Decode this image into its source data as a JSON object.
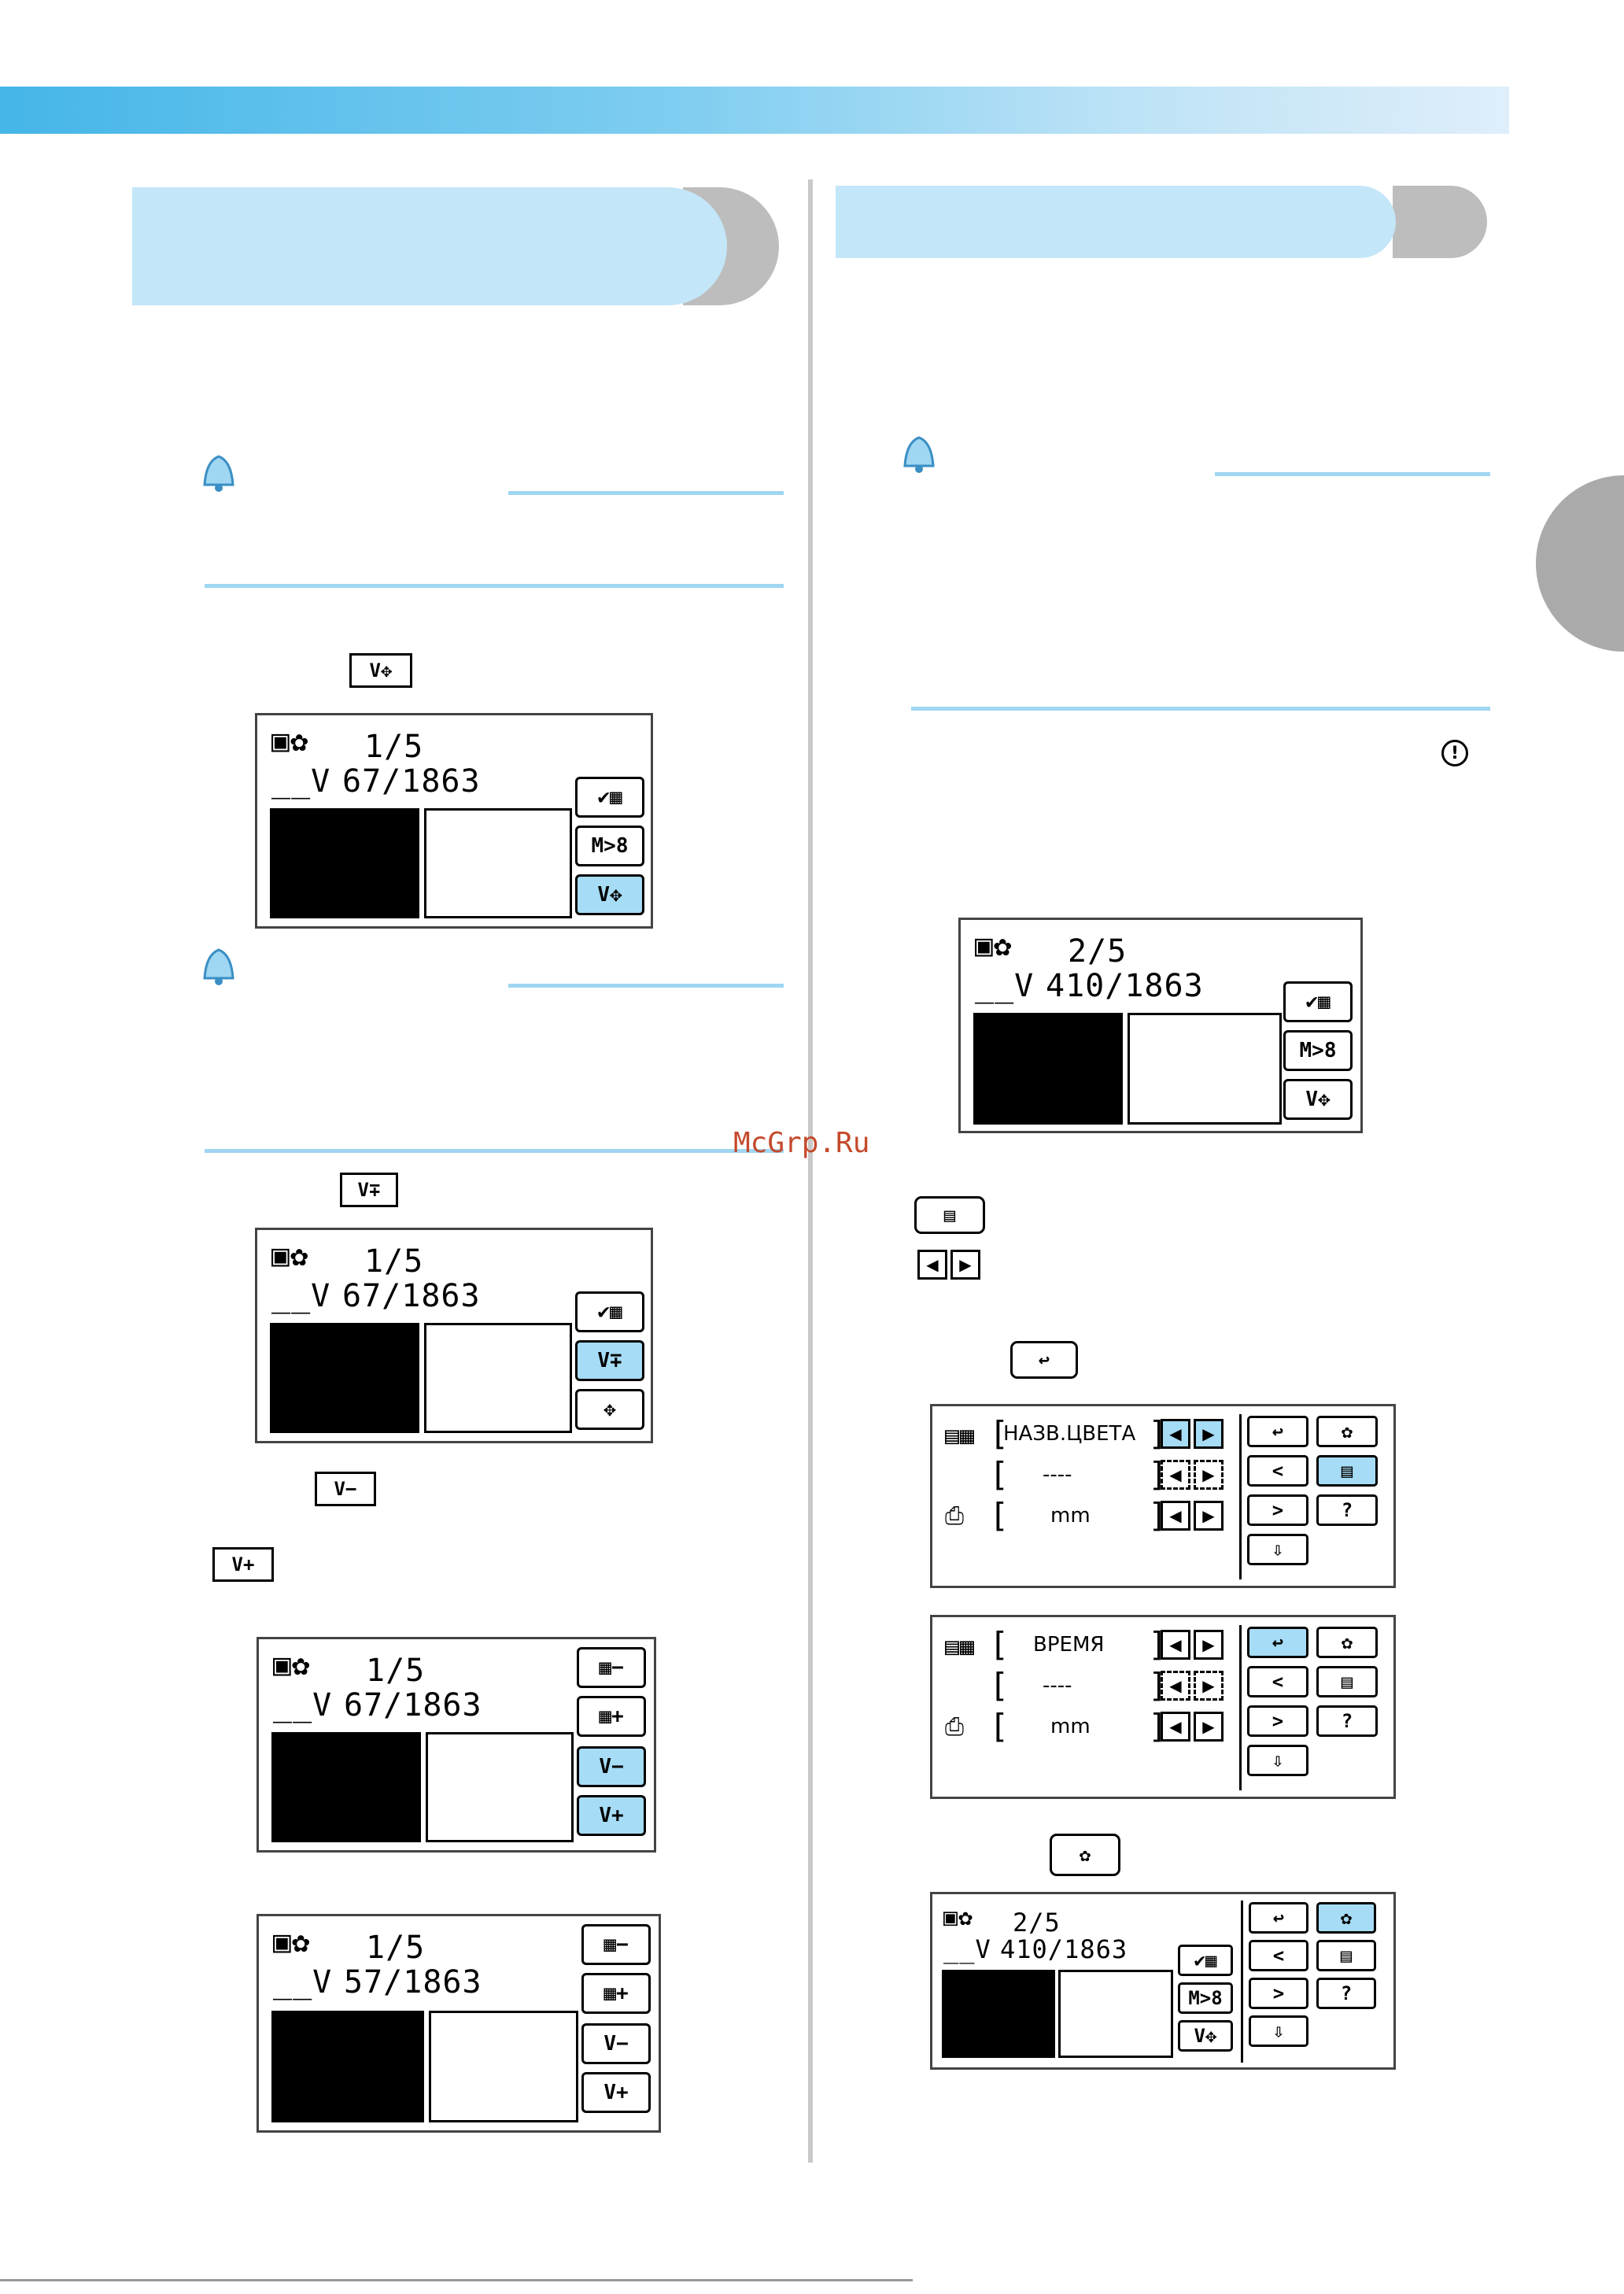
{
  "watermark": "McGrp.Ru",
  "screens": {
    "s1": {
      "counter": "1/5",
      "stitch": "67/1863"
    },
    "s2": {
      "counter": "1/5",
      "stitch": "67/1863"
    },
    "s3": {
      "counter": "1/5",
      "stitch": "67/1863"
    },
    "s4": {
      "counter": "1/5",
      "stitch": "57/1863"
    },
    "s5": {
      "counter": "2/5",
      "stitch": "410/1863"
    },
    "s8": {
      "counter": "2/5",
      "stitch": "410/1863"
    }
  },
  "settings": {
    "s6": {
      "row1": "НАЗВ.ЦВЕТА",
      "row2": "----",
      "row3": "mm"
    },
    "s7": {
      "row1": "ВРЕМЯ",
      "row2": "----",
      "row3": "mm"
    }
  },
  "colors": {
    "accent": "#45b6e8",
    "highlight": "#a6dcf5",
    "watermark": "#c44a2c"
  }
}
